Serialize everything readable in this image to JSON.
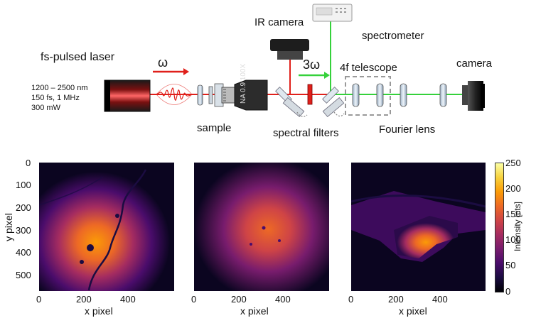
{
  "setup": {
    "laser_label": "fs-pulsed laser",
    "laser_specs": [
      "1200 – 2500 nm",
      "150 fs, 1 MHz",
      "300 mW"
    ],
    "omega_label": "ω",
    "third_harmonic_label": "3ω",
    "objective_text_1": "NA 0.9",
    "objective_text_2": "100X",
    "labels": {
      "sample": "sample",
      "ir_camera": "IR camera",
      "spectrometer": "spectrometer",
      "telescope": "4f telescope",
      "camera": "camera",
      "spectral_filters": "spectral filters",
      "fourier_lens": "Fourier lens"
    },
    "colors": {
      "fundamental": "#e0201b",
      "third_harmonic": "#35d13b"
    }
  },
  "images": {
    "ylabel": "y pixel",
    "xlabel": "x pixel",
    "x_ticks": [
      "0",
      "200",
      "400"
    ],
    "y_ticks": [
      "0",
      "100",
      "200",
      "300",
      "400",
      "500"
    ],
    "panels": [
      {
        "name": "panel-1"
      },
      {
        "name": "panel-2"
      },
      {
        "name": "panel-3"
      }
    ]
  },
  "colorbar": {
    "label": "Intensity [cts]",
    "ticks": [
      "250",
      "200",
      "150",
      "100",
      "50",
      "0"
    ],
    "colormap": [
      "#000004",
      "#1b0c41",
      "#4a0c6b",
      "#781c6d",
      "#a52c60",
      "#cf4446",
      "#ed6925",
      "#fb9b06",
      "#f7d13d",
      "#fcffa4"
    ]
  }
}
